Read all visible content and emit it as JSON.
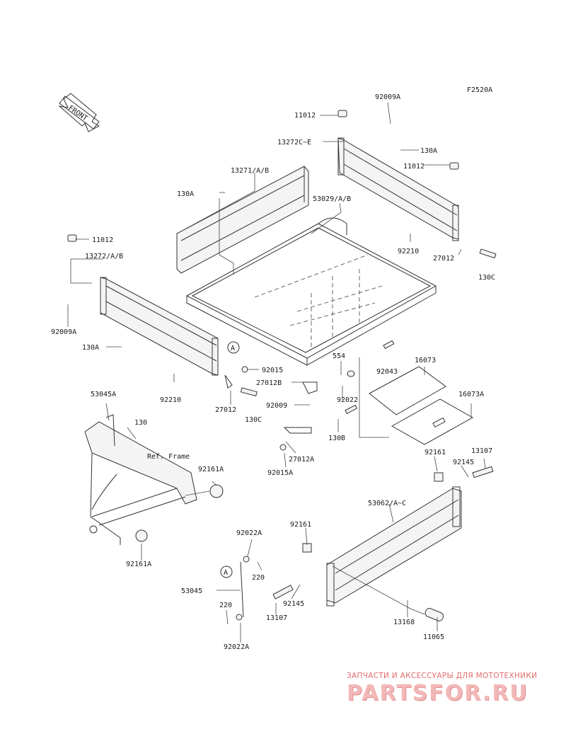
{
  "diagram": {
    "code": "F2520A",
    "front_label": "FRONT",
    "callout": "A",
    "ref_frame": "Ref. Frame"
  },
  "labels": [
    {
      "id": "l1",
      "text": "92009A"
    },
    {
      "id": "l2",
      "text": "11012"
    },
    {
      "id": "l3",
      "text": "13272C~E"
    },
    {
      "id": "l4",
      "text": "130A"
    },
    {
      "id": "l5",
      "text": "11012"
    },
    {
      "id": "l6",
      "text": "13271/A/B"
    },
    {
      "id": "l7",
      "text": "130A"
    },
    {
      "id": "l8",
      "text": "53029/A/B"
    },
    {
      "id": "l9",
      "text": "92210"
    },
    {
      "id": "l10",
      "text": "27012"
    },
    {
      "id": "l11",
      "text": "130C"
    },
    {
      "id": "l12",
      "text": "11012"
    },
    {
      "id": "l13",
      "text": "13272/A/B"
    },
    {
      "id": "l14",
      "text": "92009A"
    },
    {
      "id": "l15",
      "text": "130A"
    },
    {
      "id": "l16",
      "text": "554"
    },
    {
      "id": "l17",
      "text": "92015"
    },
    {
      "id": "l18",
      "text": "92043"
    },
    {
      "id": "l19",
      "text": "16073"
    },
    {
      "id": "l20",
      "text": "27012B"
    },
    {
      "id": "l21",
      "text": "92210"
    },
    {
      "id": "l22",
      "text": "92022"
    },
    {
      "id": "l23",
      "text": "27012"
    },
    {
      "id": "l24",
      "text": "92009"
    },
    {
      "id": "l25",
      "text": "130C"
    },
    {
      "id": "l26",
      "text": "16073A"
    },
    {
      "id": "l27",
      "text": "53045A"
    },
    {
      "id": "l28",
      "text": "130"
    },
    {
      "id": "l29",
      "text": "130B"
    },
    {
      "id": "l30",
      "text": "27012A"
    },
    {
      "id": "l31",
      "text": "92015A"
    },
    {
      "id": "l32",
      "text": "92161A"
    },
    {
      "id": "l33",
      "text": "92161"
    },
    {
      "id": "l34",
      "text": "13107"
    },
    {
      "id": "l35",
      "text": "92145"
    },
    {
      "id": "l36",
      "text": "53062/A~C"
    },
    {
      "id": "l37",
      "text": "92161A"
    },
    {
      "id": "l38",
      "text": "92022A"
    },
    {
      "id": "l39",
      "text": "92161"
    },
    {
      "id": "l40",
      "text": "220"
    },
    {
      "id": "l41",
      "text": "53045"
    },
    {
      "id": "l42",
      "text": "92145"
    },
    {
      "id": "l43",
      "text": "220"
    },
    {
      "id": "l44",
      "text": "13107"
    },
    {
      "id": "l45",
      "text": "13168"
    },
    {
      "id": "l46",
      "text": "92022A"
    },
    {
      "id": "l47",
      "text": "11065"
    }
  ],
  "watermark": {
    "subtitle": "ЗАПЧАСТИ И АКСЕССУАРЫ ДЛЯ МОТОТЕХНИКИ",
    "logo": "PARTSFOR.RU"
  }
}
